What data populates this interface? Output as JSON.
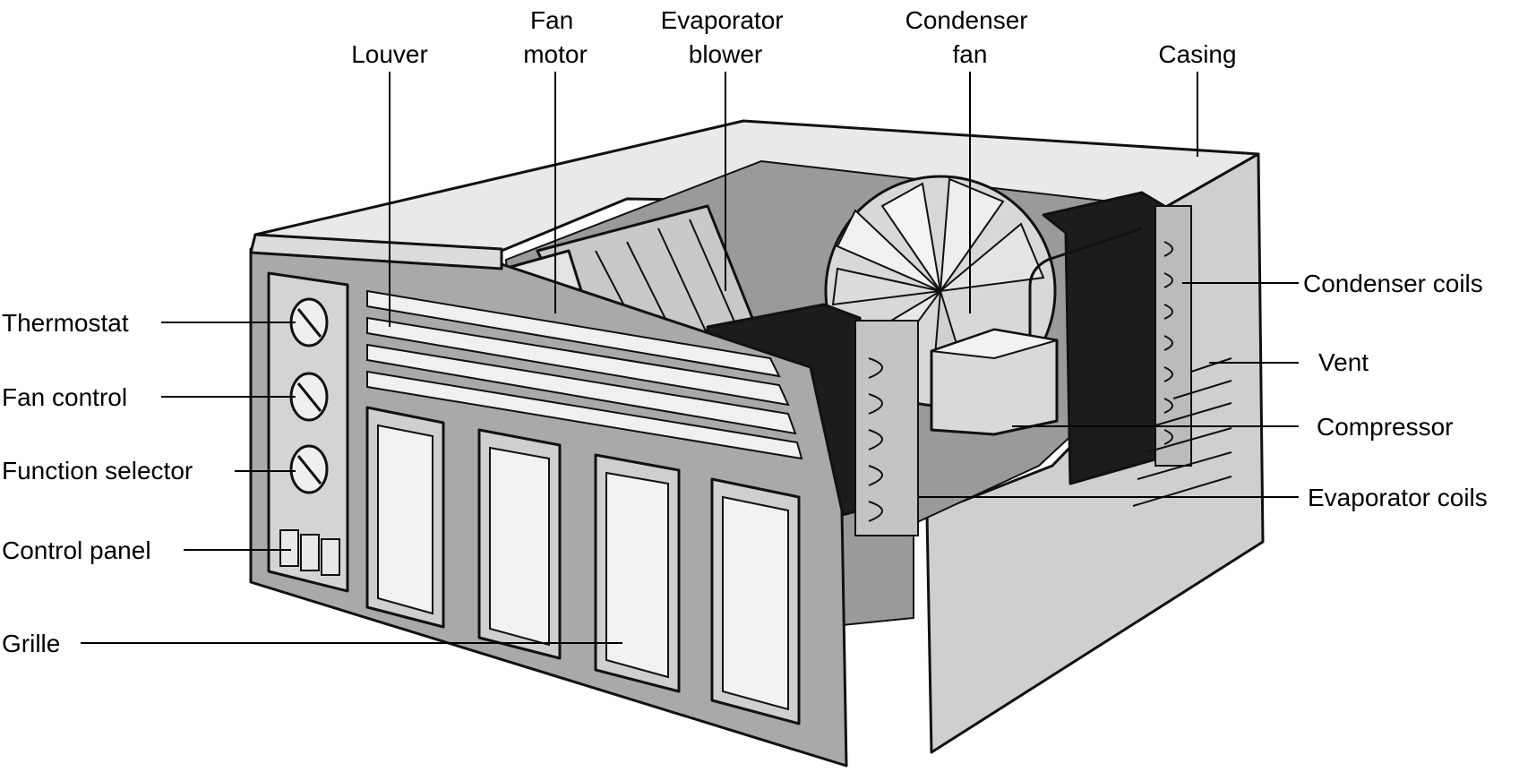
{
  "labels": {
    "louver": "Louver",
    "fan_motor_line1": "Fan",
    "fan_motor_line2": "motor",
    "evaporator_blower_line1": "Evaporator",
    "evaporator_blower_line2": "blower",
    "condenser_fan_line1": "Condenser",
    "condenser_fan_line2": "fan",
    "casing": "Casing",
    "thermostat": "Thermostat",
    "fan_control": "Fan control",
    "function_selector": "Function selector",
    "control_panel": "Control panel",
    "grille": "Grille",
    "condenser_coils": "Condenser coils",
    "vent": "Vent",
    "compressor": "Compressor",
    "evaporator_coils": "Evaporator coils"
  },
  "colors": {
    "metal_light": "#e6e6e6",
    "metal_mid": "#bdbdbd",
    "metal_dark": "#8a8a8a",
    "fin_black": "#1c1c1c",
    "outline": "#111111"
  }
}
